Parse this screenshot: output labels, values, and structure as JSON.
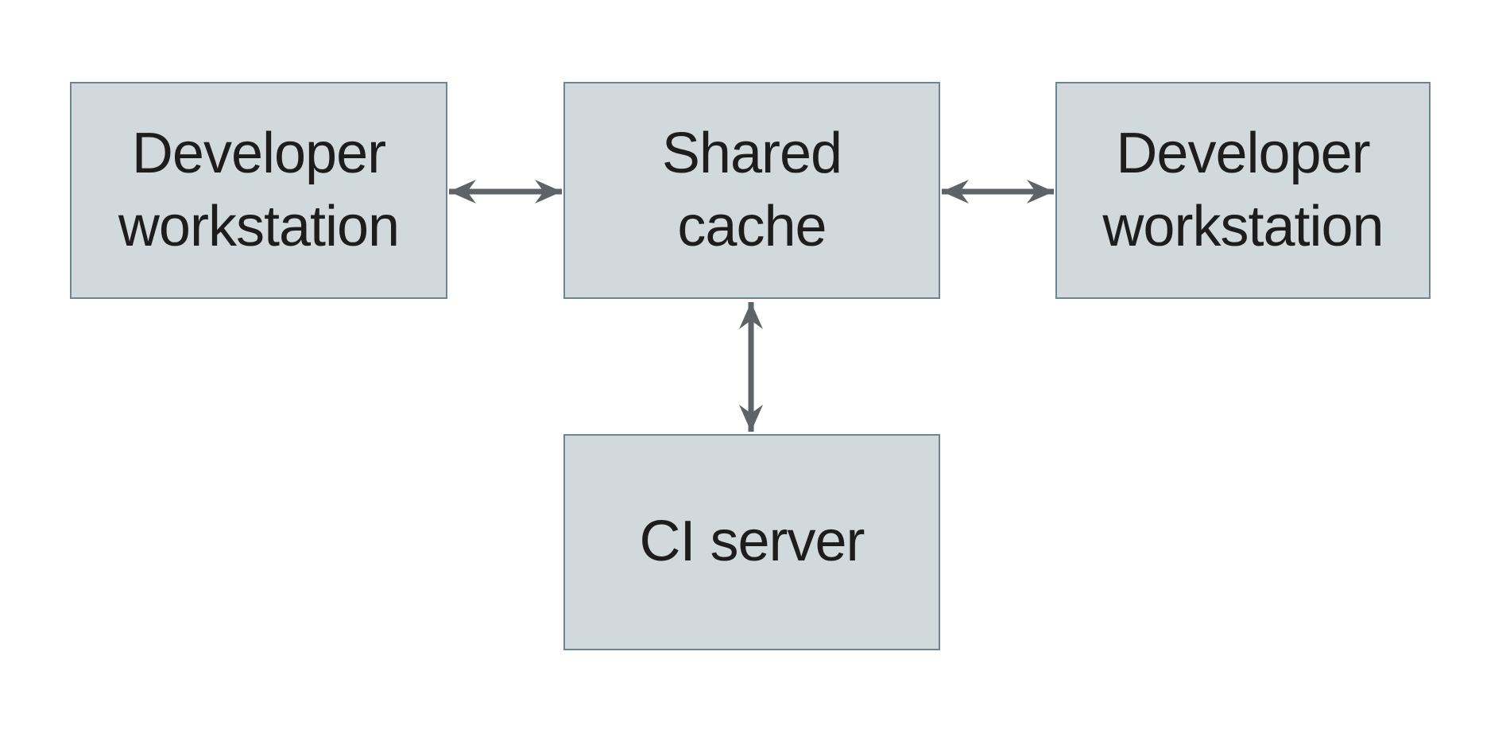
{
  "diagram": {
    "type": "architecture-diagram",
    "nodes": {
      "dev_left": {
        "id": "developer-workstation-left",
        "label": "Developer\nworkstation"
      },
      "shared_cache": {
        "id": "shared-cache",
        "label": "Shared\ncache"
      },
      "dev_right": {
        "id": "developer-workstation-right",
        "label": "Developer\nworkstation"
      },
      "ci_server": {
        "id": "ci-server",
        "label": "CI server"
      }
    },
    "edges": [
      {
        "from": "developer-workstation-left",
        "to": "shared-cache",
        "direction": "bidirectional"
      },
      {
        "from": "shared-cache",
        "to": "developer-workstation-right",
        "direction": "bidirectional"
      },
      {
        "from": "shared-cache",
        "to": "ci-server",
        "direction": "bidirectional"
      }
    ],
    "colors": {
      "background": "#ffffff",
      "box_fill": "#d2d9dc",
      "box_border": "#6d8492",
      "arrow": "#5f6368",
      "text": "#1d1d1d"
    }
  }
}
